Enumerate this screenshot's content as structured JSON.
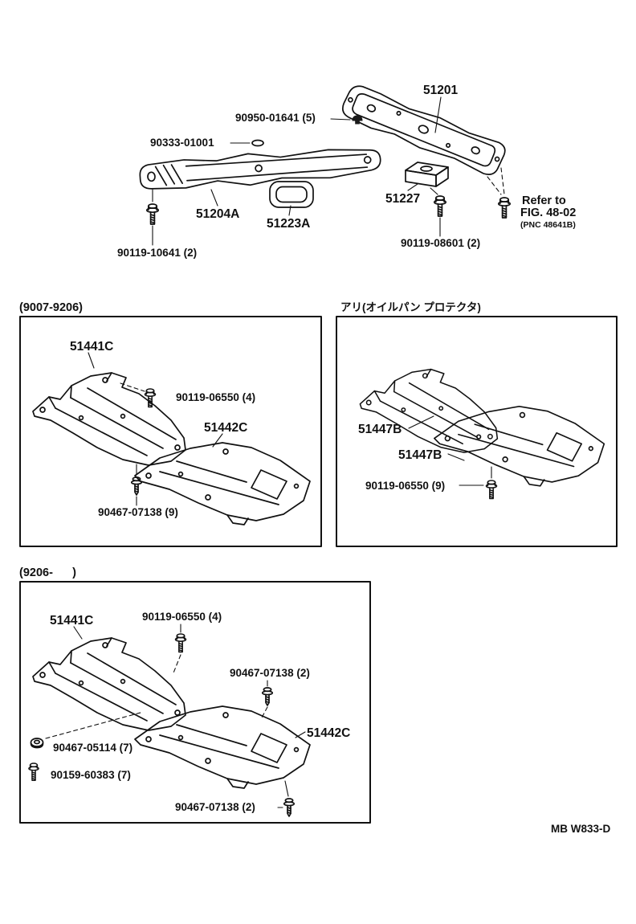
{
  "top_diagram": {
    "labels": {
      "p51201": "51201",
      "p90950": "90950-01641 (5)",
      "p90333": "90333-01001",
      "p51204a": "51204A",
      "p51223a": "51223A",
      "p51227": "51227",
      "p90119_10641": "90119-10641 (2)",
      "p90119_08601": "90119-08601 (2)",
      "refer_to": "Refer to",
      "refer_fig": "FIG. 48-02",
      "refer_pnc": "(PNC 48641B)"
    }
  },
  "box_early": {
    "title": "(9007-9206)",
    "labels": {
      "p51441c": "51441C",
      "p90119_06550": "90119-06550 (4)",
      "p51442c": "51442C",
      "p90467_07138": "90467-07138 (9)"
    }
  },
  "box_protector": {
    "title": "アリ(オイルパン プロテクタ)",
    "labels": {
      "p51447b_upper": "51447B",
      "p51447b_lower": "51447B",
      "p90119_06550": "90119-06550 (9)"
    }
  },
  "box_late": {
    "title": "(9206-      )",
    "labels": {
      "p51441c": "51441C",
      "p90119_06550": "90119-06550 (4)",
      "p90467_07138_upper": "90467-07138 (2)",
      "p51442c": "51442C",
      "p90467_05114": "90467-05114 (7)",
      "p90159_60383": "90159-60383 (7)",
      "p90467_07138_lower": "90467-07138 (2)"
    }
  },
  "footer": {
    "code": "MB W833-D"
  }
}
